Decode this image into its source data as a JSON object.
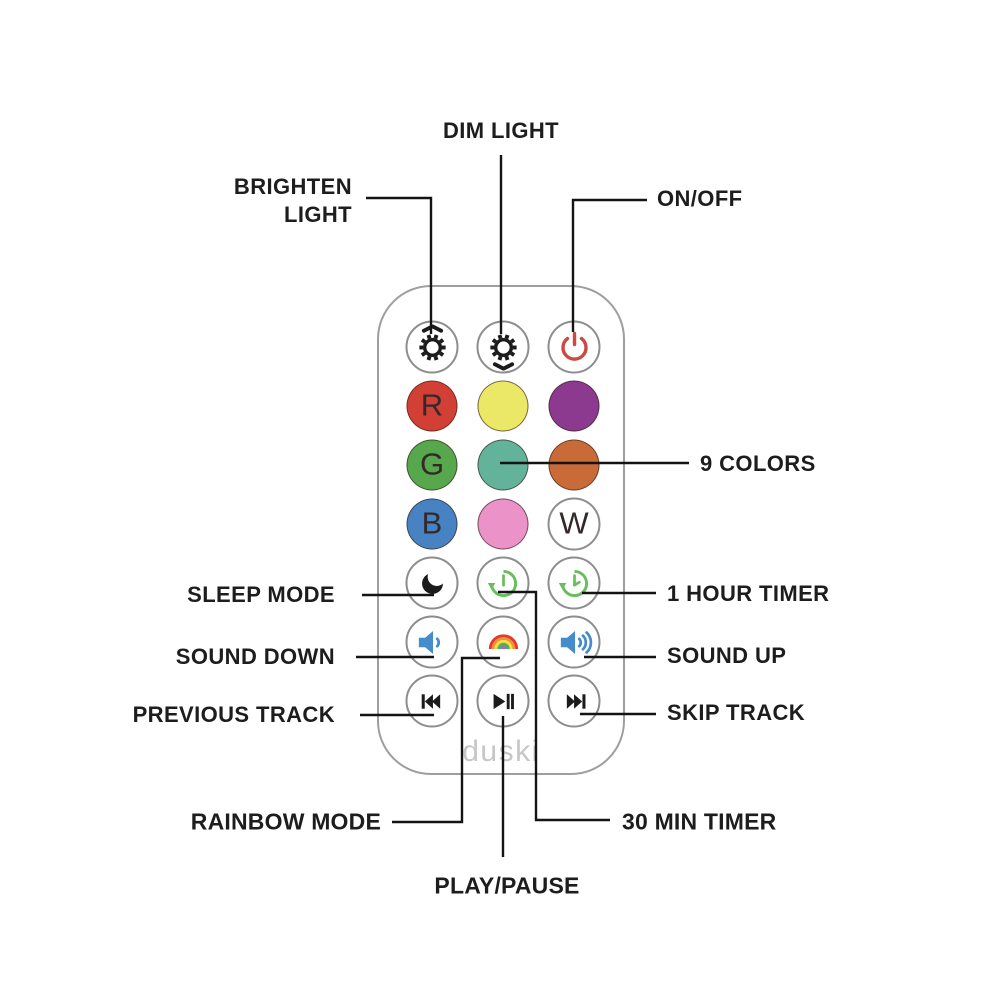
{
  "branding": {
    "logo": "duski"
  },
  "palette": {
    "ink": "#1b1b1b",
    "label_ink": "#1d1d1d",
    "power_red": "#cd4a41",
    "timer_green": "#69bd5f",
    "speaker_blue": "#448ccb",
    "remote_border": "#9e9e9e",
    "logo_gray": "#c6c6c6",
    "color_red": "#d23f35",
    "color_yellow": "#ece867",
    "color_purple": "#8c3a90",
    "color_green": "#57a74d",
    "color_teal": "#63b39b",
    "color_orange": "#c96a39",
    "color_blue": "#4783c2",
    "color_pink": "#eb92c9",
    "color_white": "#ffffff"
  },
  "remote": {
    "buttons": [
      {
        "id": "brighten-light-button",
        "icon": "sun-up"
      },
      {
        "id": "dim-light-button",
        "icon": "sun-down"
      },
      {
        "id": "power-button",
        "icon": "power"
      },
      {
        "id": "color-red-button",
        "color": "#d23f35",
        "letter": "R"
      },
      {
        "id": "color-yellow-button",
        "color": "#ece867",
        "letter": ""
      },
      {
        "id": "color-purple-button",
        "color": "#8c3a90",
        "letter": ""
      },
      {
        "id": "color-green-button",
        "color": "#57a74d",
        "letter": "G"
      },
      {
        "id": "color-teal-button",
        "color": "#63b39b",
        "letter": ""
      },
      {
        "id": "color-orange-button",
        "color": "#c96a39",
        "letter": ""
      },
      {
        "id": "color-blue-button",
        "color": "#4783c2",
        "letter": "B"
      },
      {
        "id": "color-pink-button",
        "color": "#eb92c9",
        "letter": ""
      },
      {
        "id": "color-white-button",
        "color": "#ffffff",
        "letter": "W",
        "outline": true
      },
      {
        "id": "sleep-mode-button",
        "icon": "moon"
      },
      {
        "id": "timer-30-min-button",
        "icon": "timer"
      },
      {
        "id": "timer-1-hour-button",
        "icon": "timer-hour"
      },
      {
        "id": "sound-down-button",
        "icon": "speaker-low"
      },
      {
        "id": "rainbow-mode-button",
        "icon": "rainbow"
      },
      {
        "id": "sound-up-button",
        "icon": "speaker-high"
      },
      {
        "id": "previous-track-button",
        "icon": "prev"
      },
      {
        "id": "play-pause-button",
        "icon": "play-pause"
      },
      {
        "id": "skip-track-button",
        "icon": "next"
      }
    ]
  },
  "callouts": [
    {
      "id": "dim-light",
      "text": "DIM LIGHT"
    },
    {
      "id": "brighten-light",
      "text": "BRIGHTEN\nLIGHT"
    },
    {
      "id": "on-off",
      "text": "ON/OFF"
    },
    {
      "id": "nine-colors",
      "text": "9 COLORS"
    },
    {
      "id": "sleep-mode",
      "text": "SLEEP MODE"
    },
    {
      "id": "one-hour-timer",
      "text": "1 HOUR TIMER"
    },
    {
      "id": "sound-down",
      "text": "SOUND DOWN"
    },
    {
      "id": "sound-up",
      "text": "SOUND UP"
    },
    {
      "id": "previous-track",
      "text": "PREVIOUS TRACK"
    },
    {
      "id": "skip-track",
      "text": "SKIP TRACK"
    },
    {
      "id": "rainbow-mode",
      "text": "RAINBOW MODE"
    },
    {
      "id": "thirty-min-timer",
      "text": "30 MIN TIMER"
    },
    {
      "id": "play-pause",
      "text": "PLAY/PAUSE"
    }
  ]
}
